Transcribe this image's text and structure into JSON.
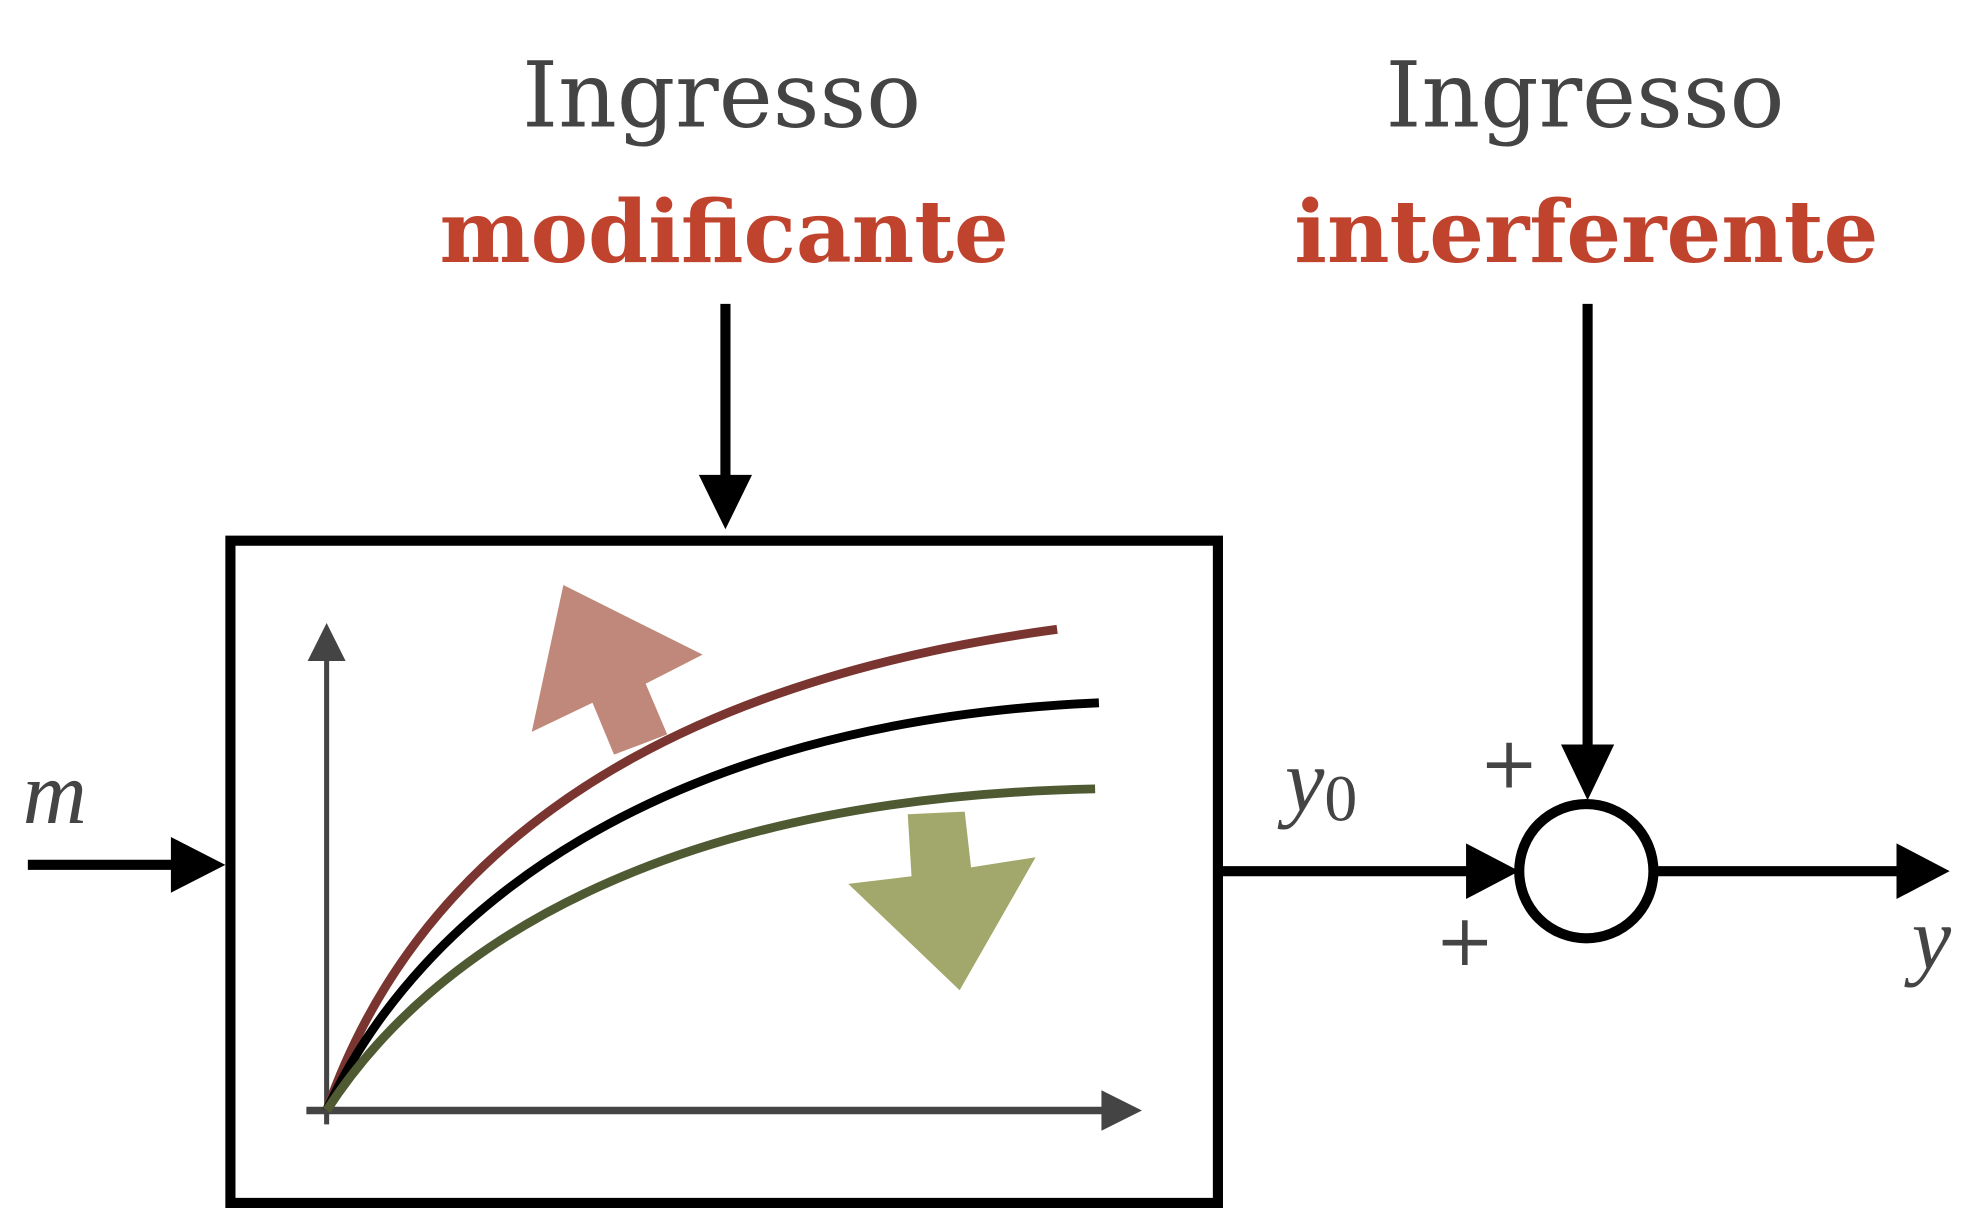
{
  "labels": {
    "modifying_top": "Ingresso",
    "modifying_bottom": "modificante",
    "interfering_top": "Ingresso",
    "interfering_bottom": "interferente",
    "input": "m",
    "intermediate_output": "y",
    "intermediate_subscript": "0",
    "output": "y",
    "plus_top": "+",
    "plus_bottom": "+"
  },
  "colors": {
    "accent_red": "#c0432e",
    "curve_red": "#7a3530",
    "curve_green": "#4f5a33",
    "arrow_pink": "#c0887a",
    "arrow_green": "#a2a86b",
    "text_gray": "#444444"
  }
}
